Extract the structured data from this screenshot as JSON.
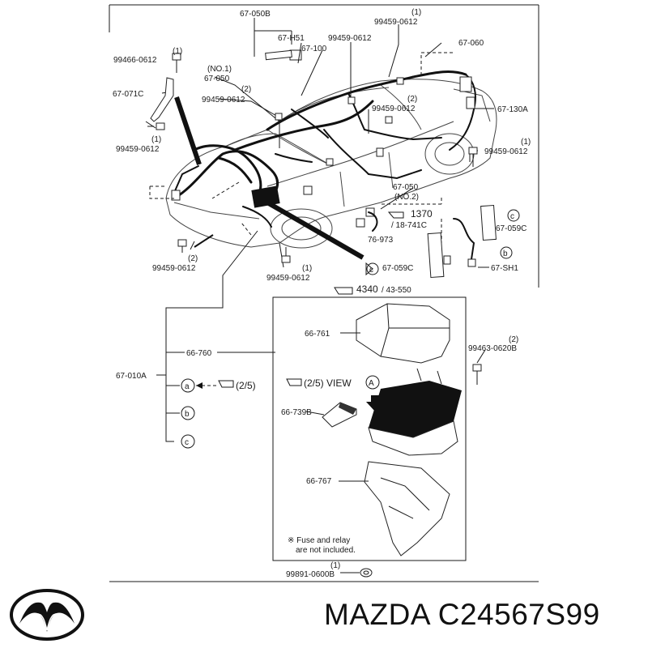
{
  "brand": {
    "name": "MAZDA",
    "part_number": "C24567S99"
  },
  "labels": {
    "p67_050B": "67-050B",
    "p99459_0612_q_top": "(1)",
    "p99459_0612_top": "99459-0612",
    "p67_H51": "67-H51",
    "p99459_0612_b": "99459-0612",
    "p67_060": "67-060",
    "p99466_q": "(1)",
    "p99466": "99466-0612",
    "p67_100": "67-100",
    "no1": "(NO.1)",
    "p67_050": "67-050",
    "p67_071C": "67-071C",
    "p99459_q2": "(2)",
    "p99459_c": "99459-0612",
    "p99459_q2b": "(2)",
    "p99459_d": "99459-0612",
    "p67_130A": "67-130A",
    "p99459_q1c": "(1)",
    "p99459_e": "99459-0612",
    "p99459_q1d": "(1)",
    "p99459_f": "99459-0612",
    "p67_050b2": "67-050",
    "no2": "(NO.2)",
    "ref_1370": "1370",
    "ref_18_741C": "/ 18-741C",
    "p76_973": "76-973",
    "p67_059C_c": "67-059C",
    "p99459_q2c": "(2)",
    "p99459_g": "99459-0612",
    "p99459_q1e": "(1)",
    "p99459_h": "99459-0612",
    "p67_059C_box": "67-059C",
    "p67_SH1": "67-SH1",
    "ref_4340": "4340",
    "ref_43_550": "/ 43-550",
    "p66_761": "66-761",
    "p66_760": "66-760",
    "p99463_q2": "(2)",
    "p99463": "99463-0620B",
    "p67_010A": "67-010A",
    "ref_2_5": "(2/5)",
    "view": "(2/5)  VIEW",
    "p66_739B": "66-739B",
    "p66_767": "66-767",
    "note_1": "※ Fuse and relay",
    "note_2": "are not included.",
    "p99891_q": "(1)",
    "p99891": "99891-0600B",
    "mark_a": "a",
    "mark_b": "b",
    "mark_c": "c",
    "mark_A": "A"
  },
  "colors": {
    "line": "#1a1a1a",
    "fill_dark": "#111111",
    "background": "#ffffff"
  },
  "icons": [
    "mazda-logo-icon",
    "pointing-hand-icon",
    "bolt-icon",
    "grommet-icon"
  ]
}
